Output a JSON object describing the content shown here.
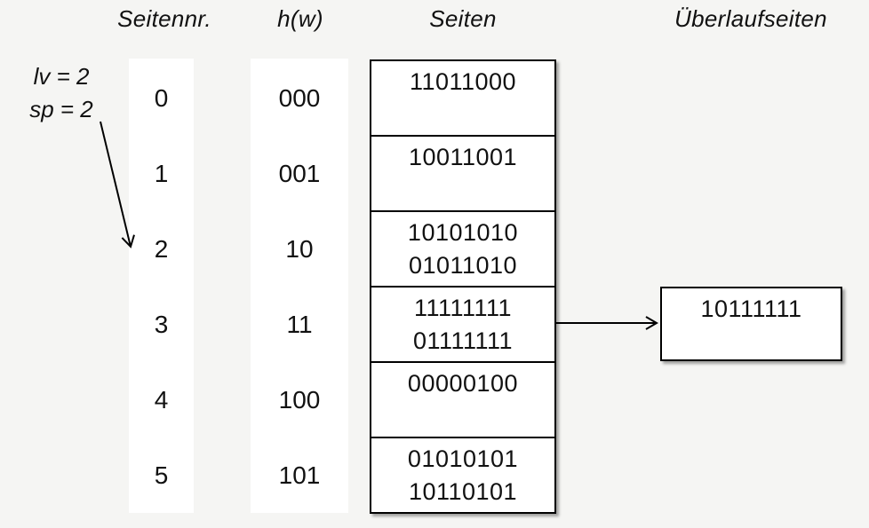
{
  "headers": {
    "col_page_no": "Seitennr.",
    "col_hash": "h(w)",
    "col_pages": "Seiten",
    "col_overflow": "Überlaufseiten"
  },
  "annotation": {
    "line1": "lv = 2",
    "line2": "sp = 2",
    "points_to_page": "2"
  },
  "rows": [
    {
      "page_no": "0",
      "hash": "000",
      "values": [
        "11011000"
      ]
    },
    {
      "page_no": "1",
      "hash": "001",
      "values": [
        "10011001"
      ]
    },
    {
      "page_no": "2",
      "hash": "10",
      "values": [
        "10101010",
        "01011010"
      ]
    },
    {
      "page_no": "3",
      "hash": "11",
      "values": [
        "11111111",
        "01111111"
      ]
    },
    {
      "page_no": "4",
      "hash": "100",
      "values": [
        "00000100"
      ]
    },
    {
      "page_no": "5",
      "hash": "101",
      "values": [
        "01010101",
        "10110101"
      ]
    }
  ],
  "overflow": {
    "values": [
      "10111111"
    ],
    "linked_row_page_no": "3"
  },
  "colors": {
    "background": "#f5f5f3",
    "panel": "#ffffff",
    "line": "#000000",
    "text": "#111111"
  }
}
